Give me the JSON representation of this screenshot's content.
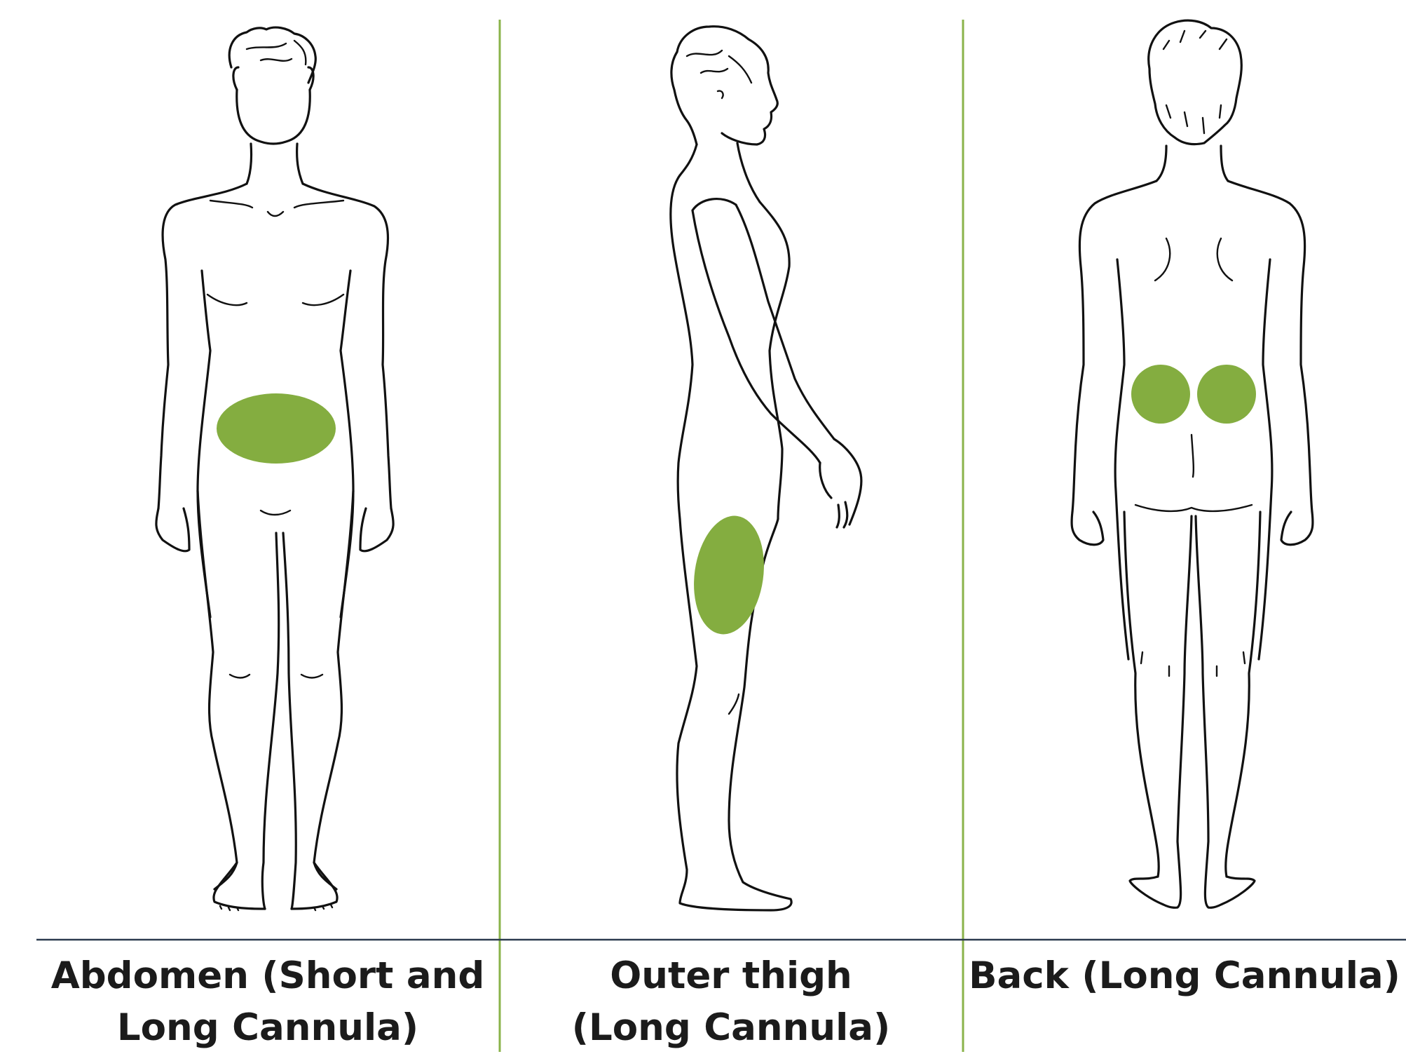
{
  "panels": [
    {
      "label": "Abdomen (Short and\nLong Cannula)"
    },
    {
      "label": "Outer thigh\n(Long Cannula)"
    },
    {
      "label": "Back (Long Cannula)"
    }
  ],
  "colors": {
    "site_highlight": "#84ad40",
    "divider_vertical": "#8ab34a",
    "divider_horizontal": "#2b3a4e",
    "outline": "#111111"
  }
}
